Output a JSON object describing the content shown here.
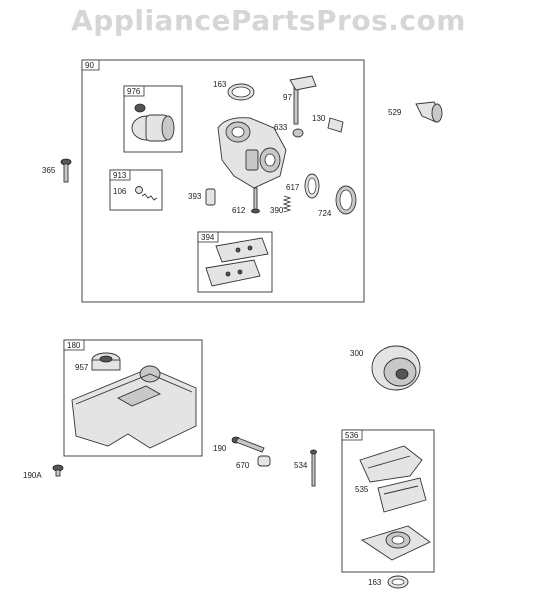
{
  "watermark": "AppliancePartsPros.com",
  "callouts": {
    "b90": "90",
    "b976": "976",
    "b913": "913",
    "b394": "394",
    "b180": "180",
    "b536": "536",
    "p163a": "163",
    "p97": "97",
    "p130": "130",
    "p633": "633",
    "p529": "529",
    "p365": "365",
    "p106": "106",
    "p393": "393",
    "p612": "612",
    "p390": "390",
    "p617": "617",
    "p724": "724",
    "p300": "300",
    "p957": "957",
    "p190": "190",
    "p670": "670",
    "p534": "534",
    "p535": "535",
    "p190a": "190A",
    "p163b": "163"
  }
}
